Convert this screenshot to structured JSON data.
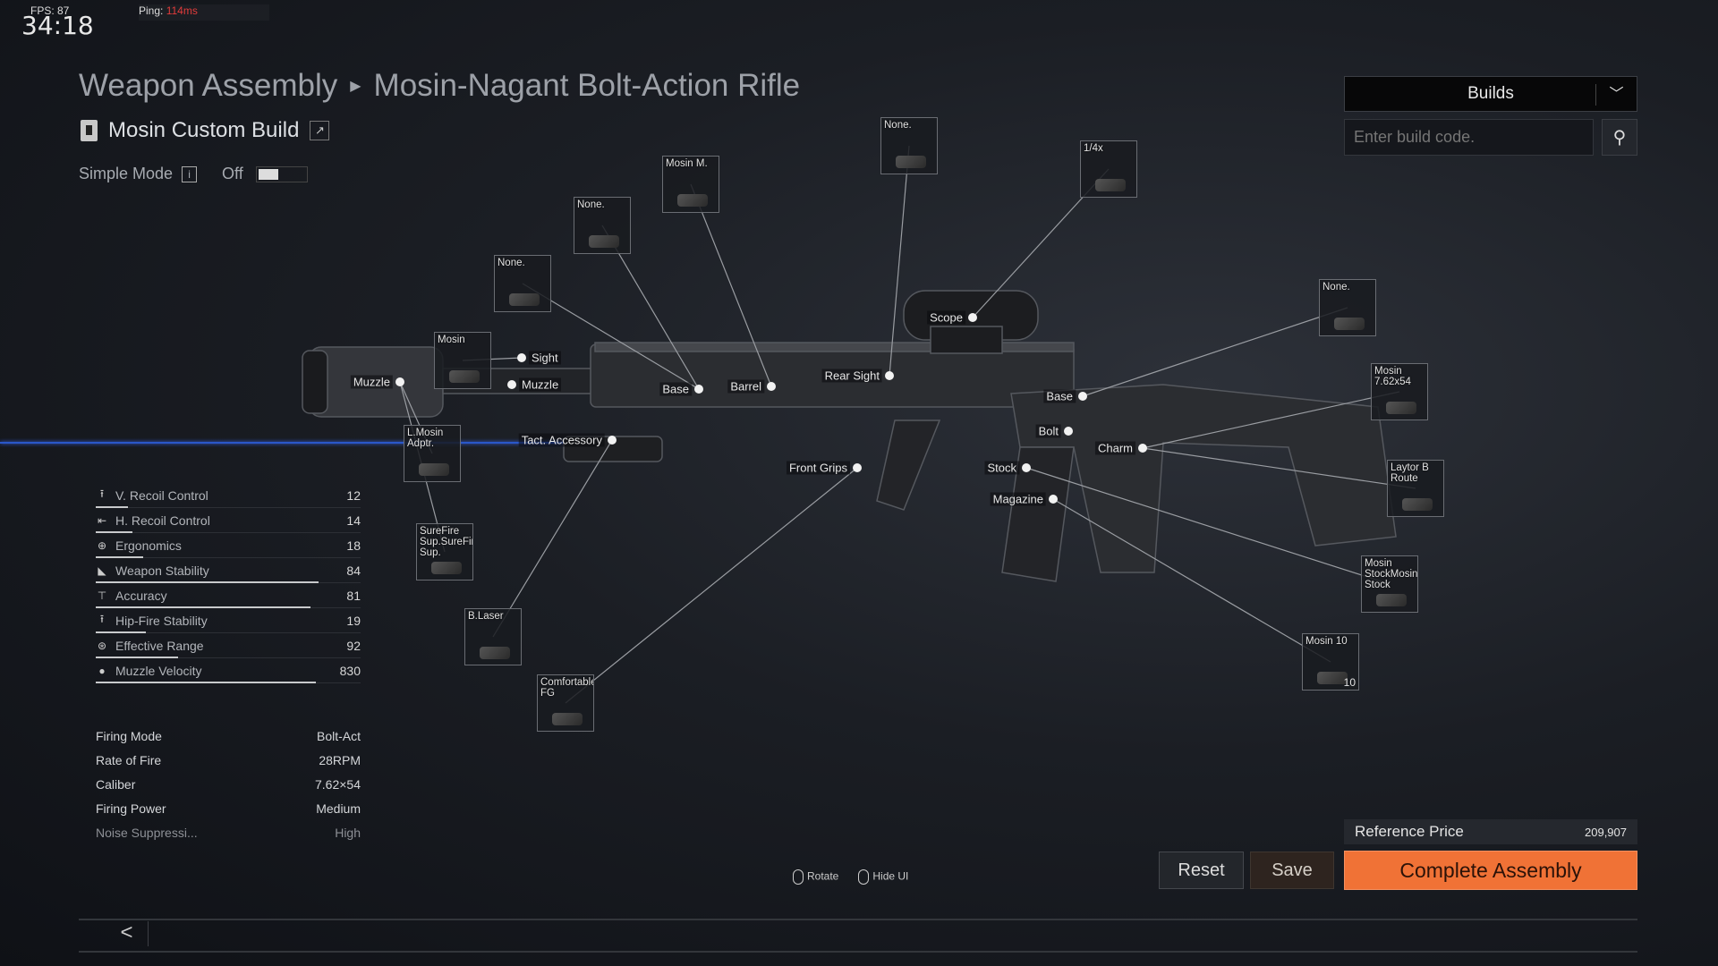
{
  "hud": {
    "fps": "FPS: 87",
    "time": "34:18",
    "ping_label": "Ping:",
    "ping_value": "114ms"
  },
  "breadcrumb": {
    "root": "Weapon Assembly",
    "current": "Mosin-Nagant Bolt-Action Rifle"
  },
  "build_name": "Mosin Custom Build",
  "simple_mode": {
    "label": "Simple Mode",
    "state": "Off"
  },
  "builds": {
    "label": "Builds",
    "code_placeholder": "Enter build code."
  },
  "slots": [
    {
      "name": "None."
    },
    {
      "name": "1/4x"
    },
    {
      "name": "Mosin M."
    },
    {
      "name": "None."
    },
    {
      "name": "None."
    },
    {
      "name": "None."
    },
    {
      "name": "Mosin 7.62x54"
    },
    {
      "name": "Laytor B Route"
    },
    {
      "name": "Mosin StockMosin Stock"
    },
    {
      "name": "Mosin 10",
      "count": "10"
    },
    {
      "name": "Mosin"
    },
    {
      "name": "L.Mosin Adptr."
    },
    {
      "name": "SureFire Sup.SureFire Sup."
    },
    {
      "name": "B.Laser"
    },
    {
      "name": "Comfortable FG"
    }
  ],
  "attach_points": [
    {
      "label": "Muzzle"
    },
    {
      "label": "Sight"
    },
    {
      "label": "Muzzle"
    },
    {
      "label": "Base"
    },
    {
      "label": "Barrel"
    },
    {
      "label": "Rear Sight"
    },
    {
      "label": "Scope"
    },
    {
      "label": "Base"
    },
    {
      "label": "Bolt"
    },
    {
      "label": "Charm"
    },
    {
      "label": "Stock"
    },
    {
      "label": "Magazine"
    },
    {
      "label": "Front Grips"
    },
    {
      "label": "Tact. Accessory"
    }
  ],
  "stats": [
    {
      "label": "V. Recoil Control",
      "value": "12",
      "fill": 0.12,
      "icon": "up-arrow"
    },
    {
      "label": "H. Recoil Control",
      "value": "14",
      "fill": 0.14,
      "icon": "left-arrow"
    },
    {
      "label": "Ergonomics",
      "value": "18",
      "fill": 0.18,
      "icon": "crosshair"
    },
    {
      "label": "Weapon Stability",
      "value": "84",
      "fill": 0.84,
      "icon": "grip"
    },
    {
      "label": "Accuracy",
      "value": "81",
      "fill": 0.81,
      "icon": "accuracy"
    },
    {
      "label": "Hip-Fire Stability",
      "value": "19",
      "fill": 0.19,
      "icon": "up-arrow"
    },
    {
      "label": "Effective Range",
      "value": "92",
      "fill": 0.31,
      "icon": "range"
    },
    {
      "label": "Muzzle Velocity",
      "value": "830",
      "fill": 0.83,
      "icon": "circle"
    }
  ],
  "info": [
    {
      "label": "Firing Mode",
      "value": "Bolt-Act"
    },
    {
      "label": "Rate of Fire",
      "value": "28RPM"
    },
    {
      "label": "Caliber",
      "value": "7.62×54"
    },
    {
      "label": "Firing Power",
      "value": "Medium"
    },
    {
      "label": "Noise Suppressi...",
      "value": "High"
    }
  ],
  "hints": {
    "rotate": "Rotate",
    "hide_ui": "Hide UI"
  },
  "reference_price": {
    "label": "Reference Price",
    "value": "209,907"
  },
  "buttons": {
    "reset": "Reset",
    "save": "Save",
    "complete": "Complete Assembly"
  },
  "colors": {
    "accent": "#f07236",
    "ping": "#e23b3b",
    "laser": "#2a57c9"
  }
}
